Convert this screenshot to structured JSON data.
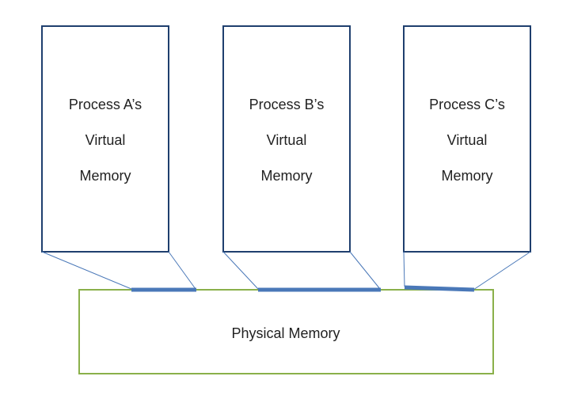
{
  "processes": [
    {
      "lines": [
        "Process A’s",
        "Virtual",
        "Memory"
      ]
    },
    {
      "lines": [
        "Process B’s",
        "Virtual",
        "Memory"
      ]
    },
    {
      "lines": [
        "Process C’s",
        "Virtual",
        "Memory"
      ]
    }
  ],
  "physical_memory": {
    "label": "Physical Memory"
  },
  "colors": {
    "virtual_box_border": "#1f3f6e",
    "physical_box_border": "#8ab04a",
    "mapping": "#4a78b8"
  }
}
